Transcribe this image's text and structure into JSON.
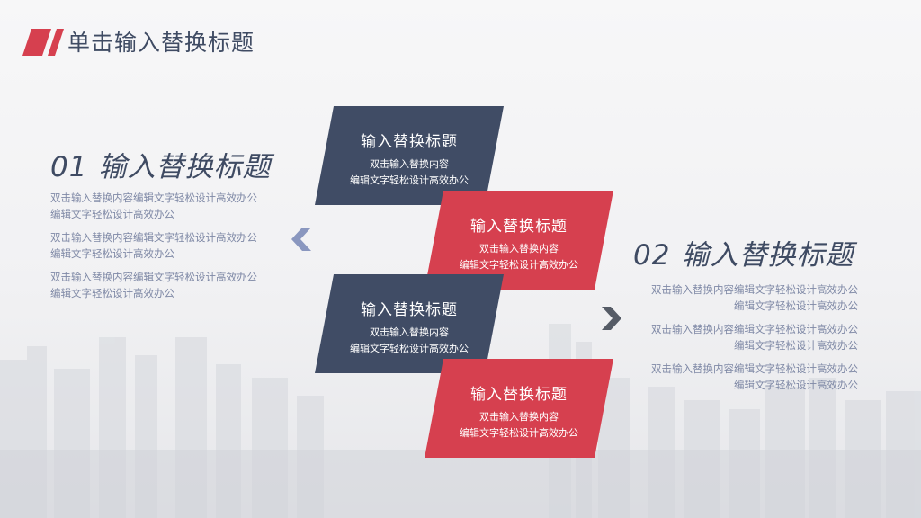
{
  "header": {
    "title": "单击输入替换标题",
    "accent_color": "#d6404f"
  },
  "left_section": {
    "number": "01",
    "title": "输入替换标题",
    "paragraphs": [
      [
        "双击输入替换内容编辑文字轻松设计高效办公",
        "编辑文字轻松设计高效办公"
      ],
      [
        "双击输入替换内容编辑文字轻松设计高效办公",
        "编辑文字轻松设计高效办公"
      ],
      [
        "双击输入替换内容编辑文字轻松设计高效办公",
        "编辑文字轻松设计高效办公"
      ]
    ]
  },
  "right_section": {
    "number": "02",
    "title": "输入替换标题",
    "paragraphs": [
      [
        "双击输入替换内容编辑文字轻松设计高效办公",
        "编辑文字轻松设计高效办公"
      ],
      [
        "双击输入替换内容编辑文字轻松设计高效办公",
        "编辑文字轻松设计高效办公"
      ],
      [
        "双击输入替换内容编辑文字轻松设计高效办公",
        "编辑文字轻松设计高效办公"
      ]
    ]
  },
  "cards": [
    {
      "title": "输入替换标题",
      "line1": "双击输入替换内容",
      "line2": "编辑文字轻松设计高效办公",
      "color": "#404c65"
    },
    {
      "title": "输入替换标题",
      "line1": "双击输入替换内容",
      "line2": "编辑文字轻松设计高效办公",
      "color": "#d6404f"
    },
    {
      "title": "输入替换标题",
      "line1": "双击输入替换内容",
      "line2": "编辑文字轻松设计高效办公",
      "color": "#404c65"
    },
    {
      "title": "输入替换标题",
      "line1": "双击输入替换内容",
      "line2": "编辑文字轻松设计高效办公",
      "color": "#d6404f"
    }
  ],
  "icons": {
    "left_arrow": "chevron-left-icon",
    "right_arrow": "chevron-right-icon",
    "title_mark": "parallelogram-stripes-icon"
  },
  "colors": {
    "navy": "#404c65",
    "red": "#d6404f",
    "text_muted": "#7f89a6",
    "chevron_left": "#8a97bf",
    "chevron_right": "#555b66"
  }
}
